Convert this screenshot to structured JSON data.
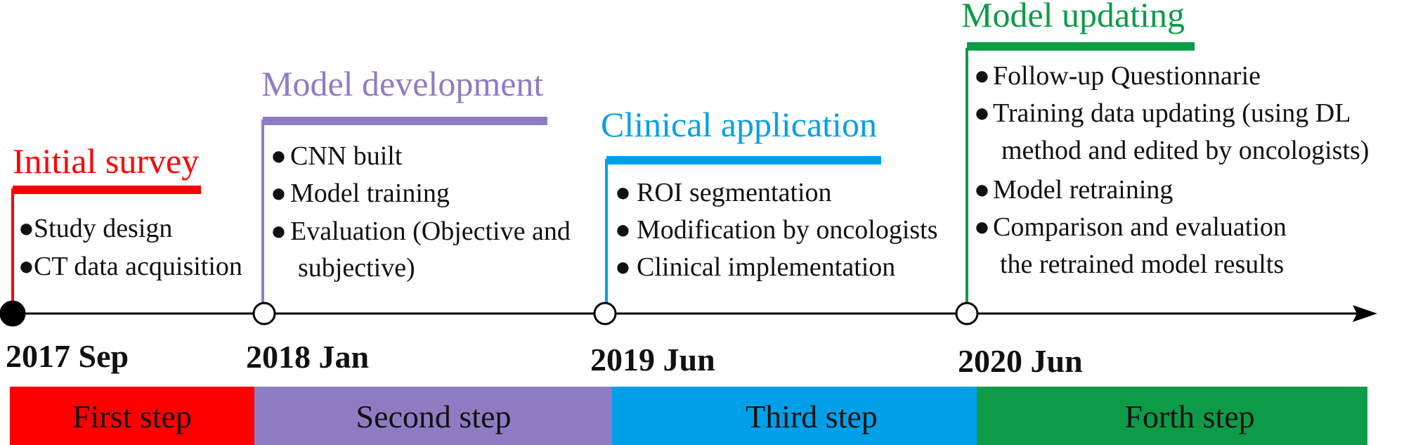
{
  "phases": [
    {
      "title": "Initial survey",
      "color": "#ff0000",
      "date": "2017 Sep",
      "items": [
        "Study design",
        "CT data acquisition"
      ],
      "step": "First step"
    },
    {
      "title": "Model development",
      "color": "#8e7cc3",
      "date": "2018 Jan",
      "items": [
        "CNN built",
        "Model training",
        "Evaluation (Objective and",
        "subjective)"
      ],
      "step": "Second step"
    },
    {
      "title": "Clinical application",
      "color": "#00a0e9",
      "date": "2019 Jun",
      "items": [
        "ROI segmentation",
        "Modification by oncologists",
        "Clinical implementation"
      ],
      "step": "Third step"
    },
    {
      "title": "Model updating",
      "color": "#0d9b48",
      "date": "2020 Jun",
      "items": [
        "Follow-up Questionnarie",
        "Training data updating (using DL",
        "method and edited by oncologists)",
        "Model retraining",
        "Comparison and evaluation",
        "the retrained model results"
      ],
      "step": "Forth step"
    }
  ]
}
